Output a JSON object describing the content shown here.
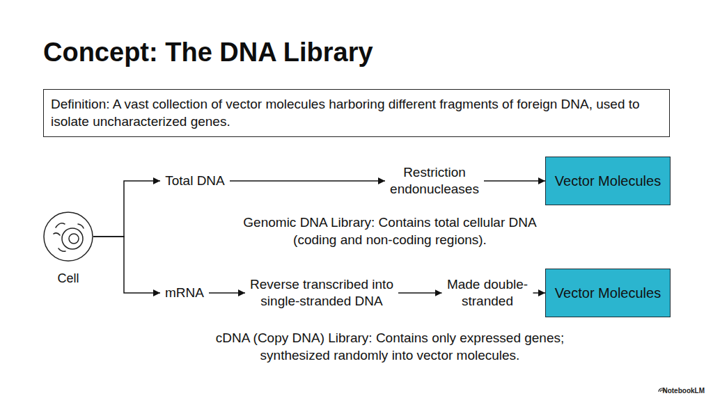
{
  "diagram": {
    "title": "Concept: The DNA Library",
    "nodes": [
      {
        "text": [
          "Definition: A vast collection of vector molecules harboring different fragments of foreign DNA, used to isolate uncharacterized genes."
        ]
      },
      {
        "text": [
          "Cell"
        ]
      },
      {
        "text": [
          "Total DNA"
        ]
      },
      {
        "text": [
          "Restriction endonucleases"
        ]
      },
      {
        "text": [
          "Vector Molecules"
        ]
      },
      {
        "text": [
          "mRNA"
        ]
      },
      {
        "text": [
          "Reverse transcribed into single-stranded DNA"
        ]
      },
      {
        "text": [
          "Made double-stranded"
        ]
      },
      {
        "text": [
          "Vector Molecules"
        ]
      }
    ],
    "edges": [
      {
        "from": 1,
        "to": 2,
        "arrow": "to"
      },
      {
        "from": 1,
        "to": 5,
        "arrow": "to"
      },
      {
        "from": 2,
        "to": 3,
        "arrow": "to"
      },
      {
        "from": 3,
        "to": 4,
        "arrow": "to"
      },
      {
        "from": 5,
        "to": 6,
        "arrow": "to"
      },
      {
        "from": 6,
        "to": 7,
        "arrow": "to"
      },
      {
        "from": 7,
        "to": 8,
        "arrow": "to"
      }
    ],
    "labels": [
      "Genomic DNA Library: Contains total cellular DNA (coding and non-coding regions).",
      "cDNA (Copy DNA) Library: Contains only expressed genes; synthesized randomly into vector molecules.",
      "NotebookLM"
    ]
  }
}
